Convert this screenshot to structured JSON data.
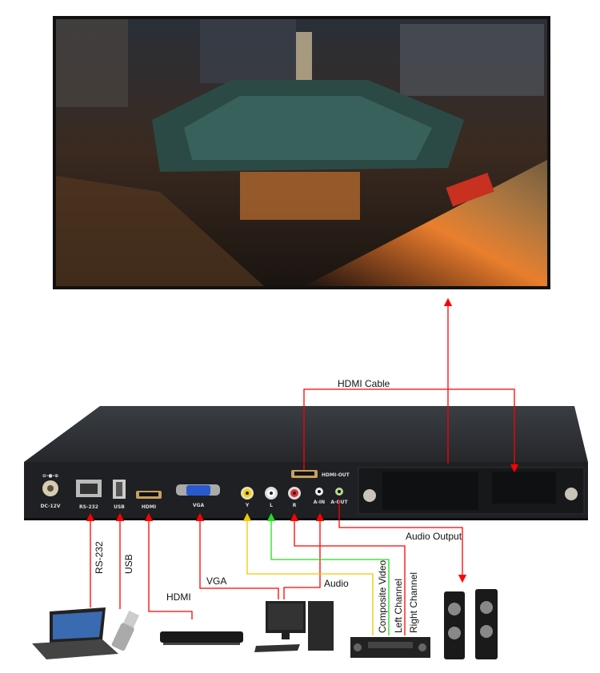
{
  "labels": {
    "hdmi_cable": "HDMI Cable",
    "rs232": "RS-232",
    "usb": "USB",
    "hdmi": "HDMI",
    "vga": "VGA",
    "audio": "Audio",
    "audio_output": "Audio Output",
    "composite_video": "Composite Video",
    "left_channel": "Left Channel",
    "right_channel": "Right Channel"
  },
  "ports": {
    "dc": "DC-12V",
    "rs232": "RS-232",
    "usb": "USB",
    "hdmi": "HDMI",
    "vga": "VGA",
    "y": "Y",
    "l": "L",
    "r": "R",
    "a_in": "A-IN",
    "a_out": "A-OUT",
    "hdmi_out": "HDMI-OUT"
  },
  "colors": {
    "red": "#ff0000",
    "yellow": "#f0c800",
    "green": "#22dd22",
    "device": "#1e2023"
  }
}
